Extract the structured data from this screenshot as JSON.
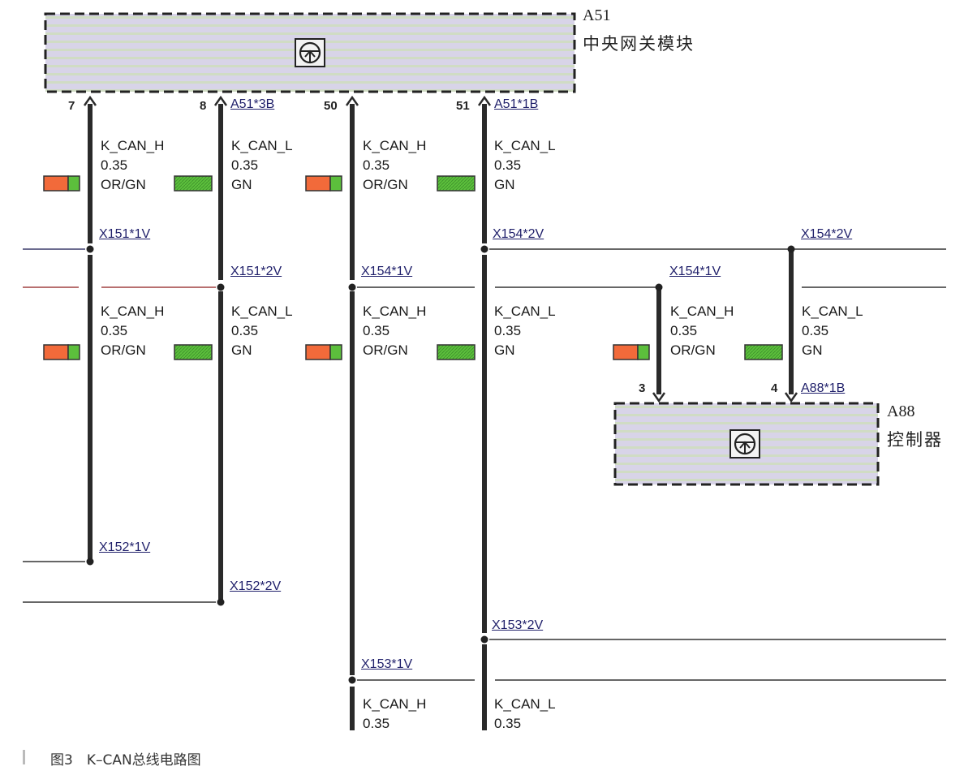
{
  "modules": {
    "a51": {
      "code": "A51",
      "name": "中央网关模块",
      "icon": "steering-wheel-icon"
    },
    "a88": {
      "code": "A88",
      "name": "控制器",
      "icon": "steering-wheel-icon"
    }
  },
  "pins": {
    "a51_7": "7",
    "a51_8": "8",
    "a51_50": "50",
    "a51_51": "51",
    "a88_3": "3",
    "a88_4": "4"
  },
  "connectors": {
    "a51_3b": "A51*3B",
    "a51_1b": "A51*1B",
    "a88_1b": "A88*1B",
    "x151_1v": "X151*1V",
    "x151_2v": "X151*2V",
    "x154_2v_a": "X154*2V",
    "x154_2v_b": "X154*2V",
    "x154_1v_a": "X154*1V",
    "x154_1v_b": "X154*1V",
    "x152_1v": "X152*1V",
    "x152_2v": "X152*2V",
    "x153_2v": "X153*2V",
    "x153_1v": "X153*1V"
  },
  "wires": {
    "k_can_h": "K_CAN_H",
    "k_can_l": "K_CAN_L",
    "gauge": "0.35",
    "color_h": "OR/GN",
    "color_l": "GN"
  },
  "colors": {
    "orange": "#f26a3a",
    "green": "#5cbf3c",
    "wire": "#2a2a2a",
    "module_fill": "#d9d6e6",
    "module_stripe": "#c8e0a8",
    "connector_text": "#1f1f6a"
  },
  "caption": "图3　K–CAN总线电路图"
}
